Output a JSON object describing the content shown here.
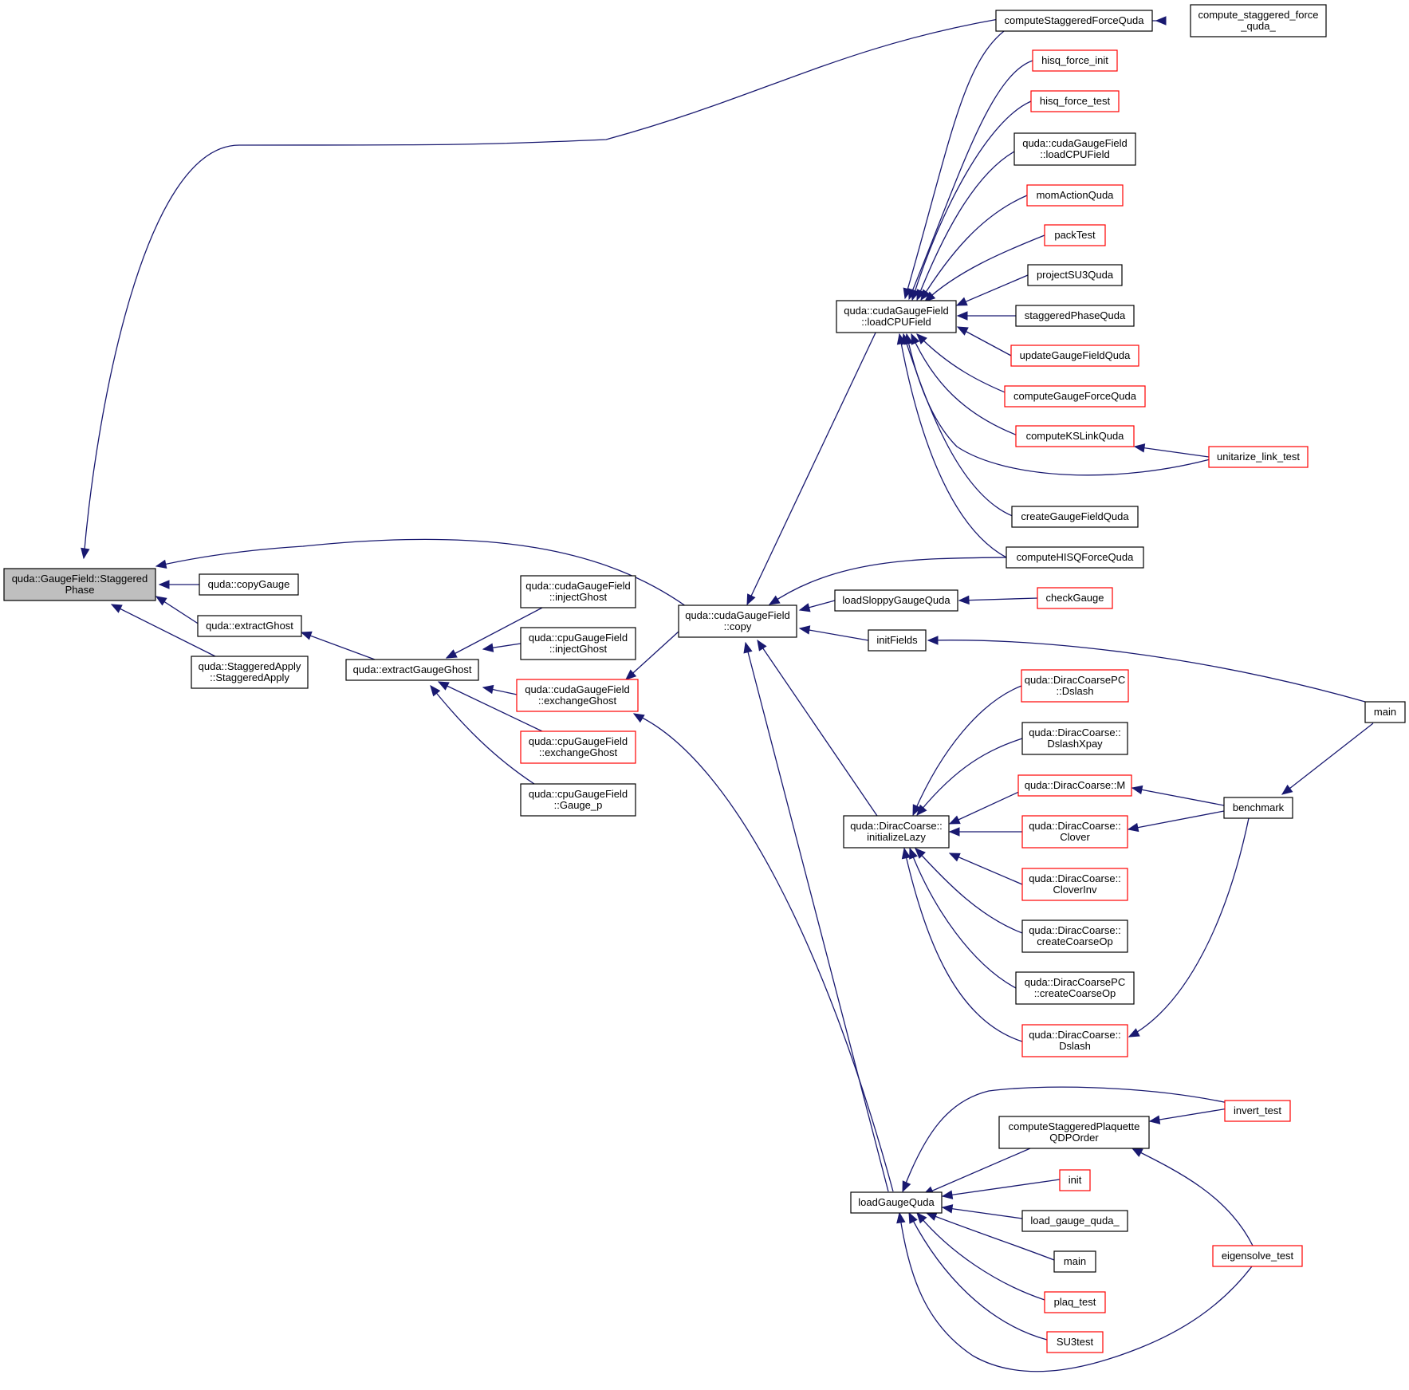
{
  "colors": {
    "edge": "#191970",
    "normal_border": "#000000",
    "linked_border_red": "#ff0000",
    "focus_fill": "#bfbfbf",
    "background": "#ffffff"
  },
  "nodes": [
    {
      "id": "n_focus",
      "kind": "focus",
      "lines": [
        "quda::GaugeField::Staggered",
        "Phase"
      ]
    },
    {
      "id": "n_copyGauge",
      "kind": "normal",
      "lines": [
        "quda::copyGauge"
      ]
    },
    {
      "id": "n_extractGhost",
      "kind": "normal",
      "lines": [
        "quda::extractGhost"
      ]
    },
    {
      "id": "n_staggeredApply",
      "kind": "normal",
      "lines": [
        "quda::StaggeredApply",
        "::StaggeredApply"
      ]
    },
    {
      "id": "n_extractGaugeGhost",
      "kind": "normal",
      "lines": [
        "quda::extractGaugeGhost"
      ]
    },
    {
      "id": "n_cudaInjectGhost",
      "kind": "normal",
      "lines": [
        "quda::cudaGaugeField",
        "::injectGhost"
      ]
    },
    {
      "id": "n_cpuInjectGhost",
      "kind": "normal",
      "lines": [
        "quda::cpuGaugeField",
        "::injectGhost"
      ]
    },
    {
      "id": "n_cudaExchangeGhost",
      "kind": "red",
      "lines": [
        "quda::cudaGaugeField",
        "::exchangeGhost"
      ]
    },
    {
      "id": "n_cpuExchangeGhost",
      "kind": "red",
      "lines": [
        "quda::cpuGaugeField",
        "::exchangeGhost"
      ]
    },
    {
      "id": "n_cpuGaugeP",
      "kind": "normal",
      "lines": [
        "quda::cpuGaugeField",
        "::Gauge_p"
      ]
    },
    {
      "id": "n_cudaCopy",
      "kind": "normal",
      "lines": [
        "quda::cudaGaugeField",
        "::copy"
      ]
    },
    {
      "id": "n_loadCPUField",
      "kind": "normal",
      "lines": [
        "quda::cudaGaugeField",
        "::loadCPUField"
      ]
    },
    {
      "id": "n_loadSloppy",
      "kind": "normal",
      "lines": [
        "loadSloppyGaugeQuda"
      ]
    },
    {
      "id": "n_initFields",
      "kind": "normal",
      "lines": [
        "initFields"
      ]
    },
    {
      "id": "n_initializeLazy",
      "kind": "normal",
      "lines": [
        "quda::DiracCoarse::",
        "initializeLazy"
      ]
    },
    {
      "id": "n_loadGaugeQuda",
      "kind": "normal",
      "lines": [
        "loadGaugeQuda"
      ]
    },
    {
      "id": "n_computeStaggeredForce",
      "kind": "normal",
      "lines": [
        "computeStaggeredForceQuda"
      ]
    },
    {
      "id": "n_hisqForceInit",
      "kind": "red",
      "lines": [
        "hisq_force_init"
      ]
    },
    {
      "id": "n_hisqForceTest",
      "kind": "red",
      "lines": [
        "hisq_force_test"
      ]
    },
    {
      "id": "n_loadCPUField2",
      "kind": "normal",
      "lines": [
        "quda::cudaGaugeField",
        "::loadCPUField"
      ]
    },
    {
      "id": "n_momAction",
      "kind": "red",
      "lines": [
        "momActionQuda"
      ]
    },
    {
      "id": "n_packTest",
      "kind": "red",
      "lines": [
        "packTest"
      ]
    },
    {
      "id": "n_projectSU3",
      "kind": "normal",
      "lines": [
        "projectSU3Quda"
      ]
    },
    {
      "id": "n_staggeredPhase",
      "kind": "normal",
      "lines": [
        "staggeredPhaseQuda"
      ]
    },
    {
      "id": "n_updateGauge",
      "kind": "red",
      "lines": [
        "updateGaugeFieldQuda"
      ]
    },
    {
      "id": "n_computeGaugeForce",
      "kind": "red",
      "lines": [
        "computeGaugeForceQuda"
      ]
    },
    {
      "id": "n_computeKSLink",
      "kind": "red",
      "lines": [
        "computeKSLinkQuda"
      ]
    },
    {
      "id": "n_createGauge",
      "kind": "normal",
      "lines": [
        "createGaugeFieldQuda"
      ]
    },
    {
      "id": "n_computeHISQ",
      "kind": "normal",
      "lines": [
        "computeHISQForceQuda"
      ]
    },
    {
      "id": "n_checkGauge",
      "kind": "red",
      "lines": [
        "checkGauge"
      ]
    },
    {
      "id": "n_pcDslash",
      "kind": "red",
      "lines": [
        "quda::DiracCoarsePC",
        "::Dslash"
      ]
    },
    {
      "id": "n_dslashXpay",
      "kind": "normal",
      "lines": [
        "quda::DiracCoarse::",
        "DslashXpay"
      ]
    },
    {
      "id": "n_coarseM",
      "kind": "red",
      "lines": [
        "quda::DiracCoarse::M"
      ]
    },
    {
      "id": "n_clover",
      "kind": "red",
      "lines": [
        "quda::DiracCoarse::",
        "Clover"
      ]
    },
    {
      "id": "n_cloverInv",
      "kind": "red",
      "lines": [
        "quda::DiracCoarse::",
        "CloverInv"
      ]
    },
    {
      "id": "n_createCoarseOp",
      "kind": "normal",
      "lines": [
        "quda::DiracCoarse::",
        "createCoarseOp"
      ]
    },
    {
      "id": "n_pcCreateCoarseOp",
      "kind": "normal",
      "lines": [
        "quda::DiracCoarsePC",
        "::createCoarseOp"
      ]
    },
    {
      "id": "n_coarseDslash",
      "kind": "red",
      "lines": [
        "quda::DiracCoarse::",
        "Dslash"
      ]
    },
    {
      "id": "n_plaquette",
      "kind": "normal",
      "lines": [
        "computeStaggeredPlaquette",
        "QDPOrder"
      ]
    },
    {
      "id": "n_init",
      "kind": "red",
      "lines": [
        "init"
      ]
    },
    {
      "id": "n_loadGaugeUnderscore",
      "kind": "normal",
      "lines": [
        "load_gauge_quda_"
      ]
    },
    {
      "id": "n_main1",
      "kind": "normal",
      "lines": [
        "main"
      ]
    },
    {
      "id": "n_plaqTest",
      "kind": "red",
      "lines": [
        "plaq_test"
      ]
    },
    {
      "id": "n_su3test",
      "kind": "red",
      "lines": [
        "SU3test"
      ]
    },
    {
      "id": "n_computeStaggeredForce_",
      "kind": "normal",
      "lines": [
        "compute_staggered_force",
        "_quda_"
      ]
    },
    {
      "id": "n_unitarize",
      "kind": "red",
      "lines": [
        "unitarize_link_test"
      ]
    },
    {
      "id": "n_main2",
      "kind": "normal",
      "lines": [
        "main"
      ]
    },
    {
      "id": "n_benchmark",
      "kind": "normal",
      "lines": [
        "benchmark"
      ]
    },
    {
      "id": "n_invertTest",
      "kind": "red",
      "lines": [
        "invert_test"
      ]
    },
    {
      "id": "n_eigensolve",
      "kind": "red",
      "lines": [
        "eigensolve_test"
      ]
    }
  ]
}
